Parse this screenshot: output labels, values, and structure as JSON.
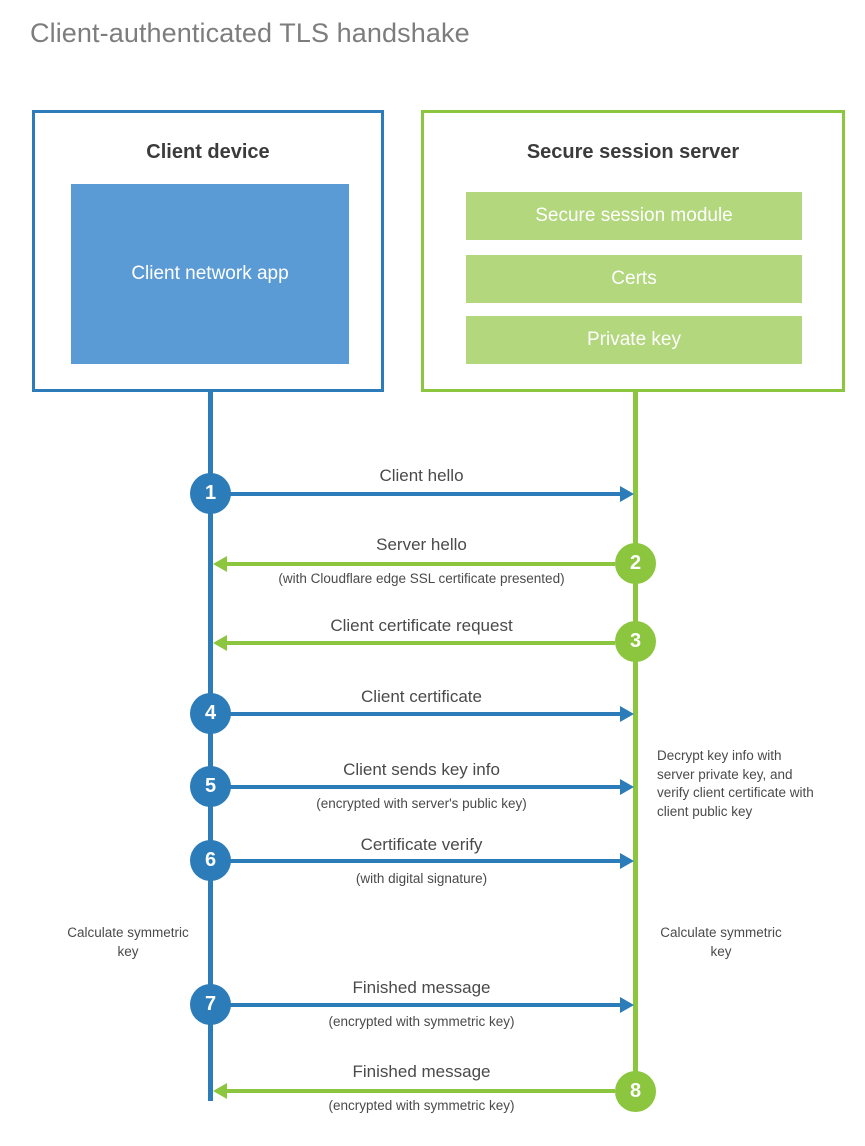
{
  "diagram": {
    "title": "Client-authenticated TLS handshake"
  },
  "colors": {
    "client_blue": "#2b7cb9",
    "client_app_blue": "#5b9bd5",
    "server_green": "#8cc63e",
    "server_bar_green": "#b2d77d",
    "text_gray": "#4a4a4a",
    "title_gray": "#7d7d7d"
  },
  "client_panel": {
    "title": "Client device",
    "app_label": "Client network app"
  },
  "server_panel": {
    "title": "Secure session server",
    "components": [
      {
        "label": "Secure session module"
      },
      {
        "label": "Certs"
      },
      {
        "label": "Private key"
      }
    ]
  },
  "steps": [
    {
      "number": "1",
      "side": "client",
      "direction": "right",
      "label": "Client hello",
      "sublabel": ""
    },
    {
      "number": "2",
      "side": "server",
      "direction": "left",
      "label": "Server hello",
      "sublabel": "(with Cloudflare edge SSL certificate presented)"
    },
    {
      "number": "3",
      "side": "server",
      "direction": "left",
      "label": "Client certificate request",
      "sublabel": ""
    },
    {
      "number": "4",
      "side": "client",
      "direction": "right",
      "label": "Client certificate",
      "sublabel": ""
    },
    {
      "number": "5",
      "side": "client",
      "direction": "right",
      "label": "Client sends key info",
      "sublabel": "(encrypted with server's public key)"
    },
    {
      "number": "6",
      "side": "client",
      "direction": "right",
      "label": "Certificate verify",
      "sublabel": "(with digital signature)"
    },
    {
      "number": "7",
      "side": "client",
      "direction": "right",
      "label": "Finished message",
      "sublabel": "(encrypted with symmetric key)"
    },
    {
      "number": "8",
      "side": "server",
      "direction": "left",
      "label": "Finished message",
      "sublabel": "(encrypted with symmetric key)"
    }
  ],
  "notes": {
    "server_decrypt": "Decrypt key info with server private key, and verify client certificate with client public key",
    "client_calculate": "Calculate symmetric key",
    "server_calculate": "Calculate symmetric key"
  }
}
